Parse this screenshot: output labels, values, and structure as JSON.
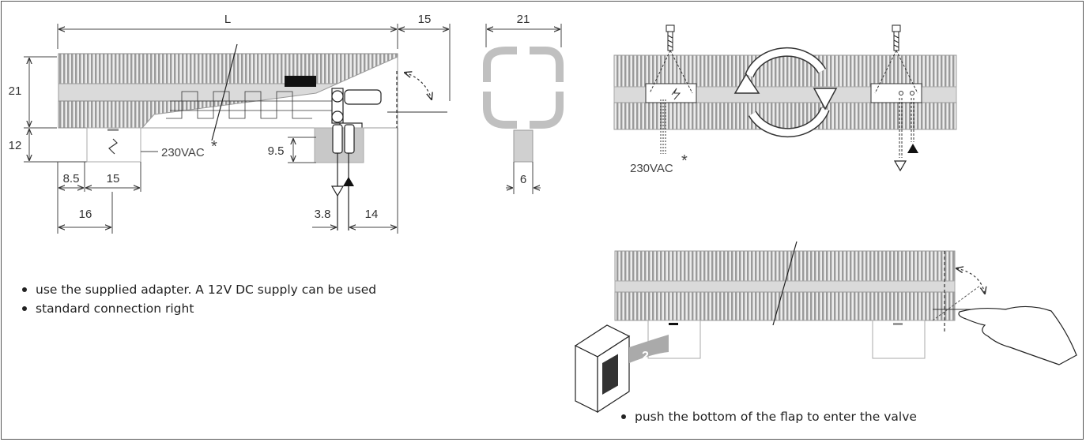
{
  "dimensions": {
    "L": "L",
    "d15_top": "15",
    "d21_side": "21",
    "d12": "12",
    "d8_5": "8.5",
    "d15_bottom": "15",
    "d16": "16",
    "d9_5": "9.5",
    "d3_8": "3.8",
    "d14": "14",
    "d21_profile": "21",
    "d6": "6"
  },
  "labels": {
    "power_left": "230VAC",
    "asterisk_left": "*",
    "power_right": "230VAC",
    "asterisk_right": "*",
    "box_badge": "2"
  },
  "notes": {
    "left": [
      "use the supplied adapter. A 12V DC supply can be used",
      "standard connection right"
    ],
    "bottom_right": "push the bottom of the flap to enter the valve"
  },
  "colors": {
    "grille": "#c4c4c4",
    "line": "#333333",
    "accent": "#000000"
  }
}
